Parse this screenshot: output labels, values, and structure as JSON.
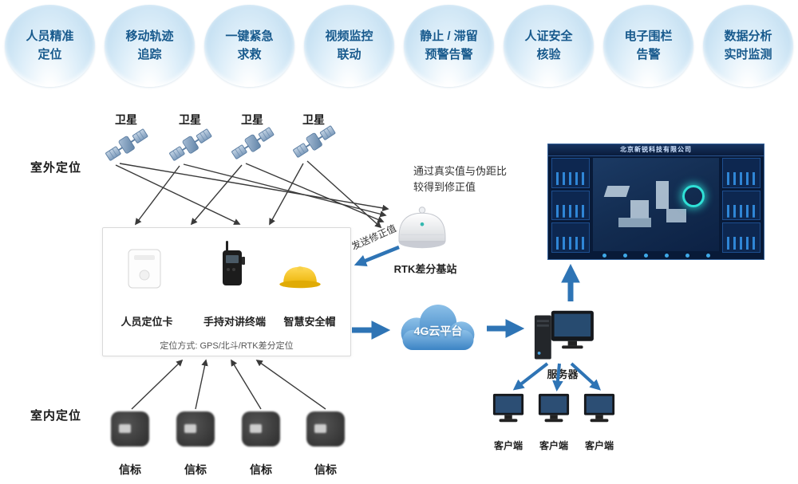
{
  "badges": [
    {
      "line1": "人员精准",
      "line2": "定位"
    },
    {
      "line1": "移动轨迹",
      "line2": "追踪"
    },
    {
      "line1": "一键紧急",
      "line2": "求救"
    },
    {
      "line1": "视频监控",
      "line2": "联动"
    },
    {
      "line1": "静止 / 滞留",
      "line2": "预警告警"
    },
    {
      "line1": "人证安全",
      "line2": "核验"
    },
    {
      "line1": "电子围栏",
      "line2": "告警"
    },
    {
      "line1": "数据分析",
      "line2": "实时监测"
    }
  ],
  "sections": {
    "outdoor": "室外定位",
    "indoor": "室内定位"
  },
  "satellite": {
    "label": "卫星"
  },
  "rtk": {
    "note_line1": "通过真实值与伪距比",
    "note_line2": "较得到修正值",
    "send_label": "发送修正值",
    "label": "RTK差分基站"
  },
  "device_box": {
    "card_label": "人员定位卡",
    "radio_label": "手持对讲终端",
    "helmet_label": "智慧安全帽",
    "mode_text": "定位方式: GPS/北斗/RTK差分定位"
  },
  "cloud": {
    "label": "4G云平台"
  },
  "server": {
    "label": "服务器"
  },
  "screen": {
    "title": "北京新锐科技有限公司"
  },
  "client": {
    "label": "客户端"
  },
  "beacon": {
    "label": "信标"
  },
  "colors": {
    "accent_blue": "#2e74b5",
    "badge_text": "#185a8d",
    "badge_fill": "#cfe5f5",
    "cloud_blue": "#3c86c6",
    "helmet_yellow": "#edb70c",
    "glow_teal": "#2fe0d6"
  }
}
